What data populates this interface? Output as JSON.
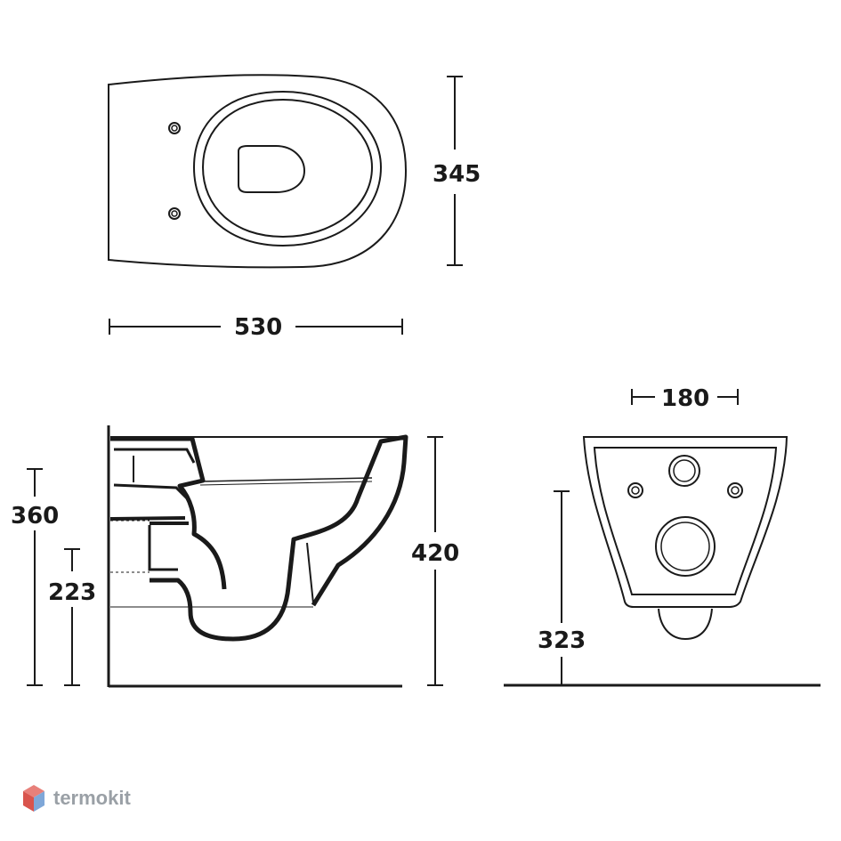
{
  "dimensions": {
    "top_depth": "345",
    "top_length": "530",
    "side_total_height": "360",
    "side_outlet_height": "223",
    "side_bowl_height": "420",
    "front_width": "180",
    "front_height": "323"
  },
  "brand": {
    "name": "termokit",
    "colors": {
      "cube_top": "#e8807a",
      "cube_left": "#d9544d",
      "cube_right": "#7fa7d8",
      "text": "#9aa0a6"
    }
  },
  "colors": {
    "line": "#1a1a1a"
  }
}
